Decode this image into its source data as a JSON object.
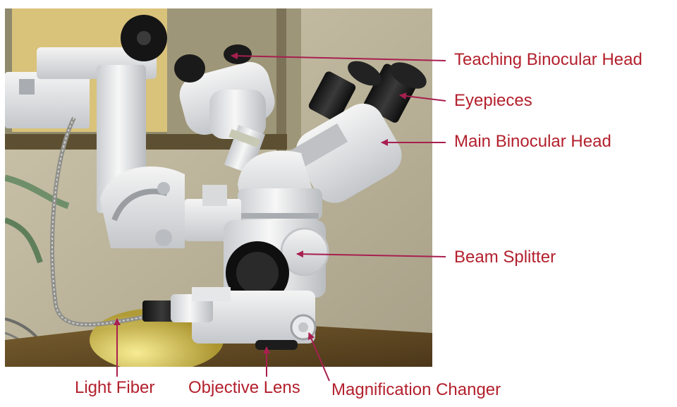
{
  "labels": {
    "teaching_head": "Teaching Binocular Head",
    "eyepieces": "Eyepieces",
    "main_head": "Main Binocular Head",
    "beam_splitter": "Beam Splitter",
    "light_fiber": "Light Fiber",
    "objective_lens": "Objective Lens",
    "magnification_changer": "Magnification Changer"
  },
  "colors": {
    "label": "#b3202d",
    "leader": "#a81f4f"
  }
}
